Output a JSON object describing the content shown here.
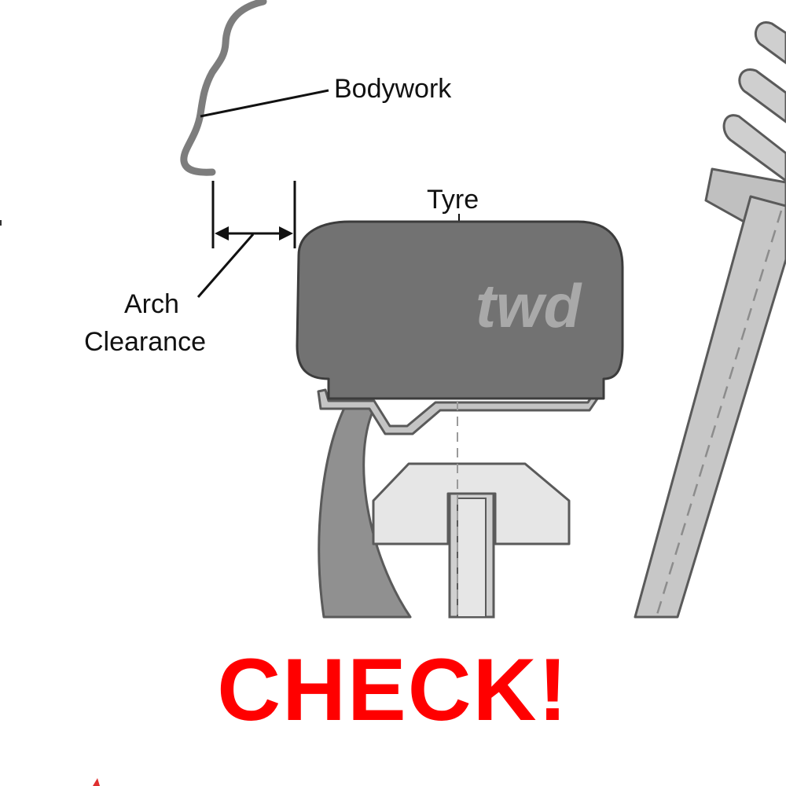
{
  "labels": {
    "bodywork": "Bodywork",
    "tyre": "Tyre",
    "arch_line1": "Arch",
    "arch_line2": "Clearance"
  },
  "watermark": "twd",
  "headline": {
    "text": "CHECK!",
    "color": "#ff0000"
  },
  "colors": {
    "tyre_fill": "#727272",
    "arm_fill": "#909090",
    "component_fill": "#e6e6e6",
    "suspension_fill": "#c7c7c7",
    "outline": "#5a5a5a"
  }
}
